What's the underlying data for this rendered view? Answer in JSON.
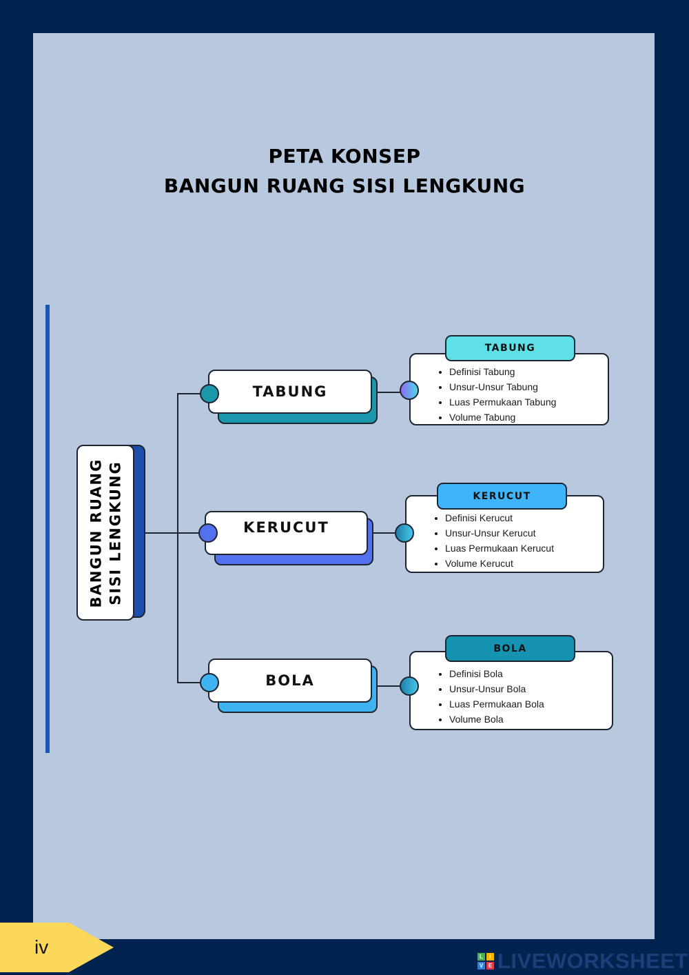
{
  "title": {
    "line1": "PETA KONSEP",
    "line2": "BANGUN RUANG SISI LENGKUNG"
  },
  "root": {
    "line1": "BANGUN RUANG",
    "line2": "SISI LENGKUNG"
  },
  "branches": [
    {
      "label": "TABUNG",
      "header": "TABUNG",
      "items": [
        "Definisi Tabung",
        "Unsur-Unsur Tabung",
        "Luas Permukaan Tabung",
        "Volume Tabung"
      ],
      "color": "#1a97ab"
    },
    {
      "label": "KERUCUT",
      "header": "KERUCUT",
      "items": [
        "Definisi Kerucut",
        "Unsur-Unsur Kerucut",
        "Luas Permukaan Kerucut",
        "Volume Kerucut"
      ],
      "color": "#5370ee"
    },
    {
      "label": "BOLA",
      "header": "BOLA",
      "items": [
        "Definisi Bola",
        "Unsur-Unsur Bola",
        "Luas Permukaan Bola",
        "Volume Bola"
      ],
      "color": "#3fb3f2"
    }
  ],
  "footer": {
    "page_number": "iv",
    "logo_text": "LIVEWORKSHEETS",
    "logo_tiles": [
      "L",
      "I",
      "V",
      "E"
    ]
  }
}
